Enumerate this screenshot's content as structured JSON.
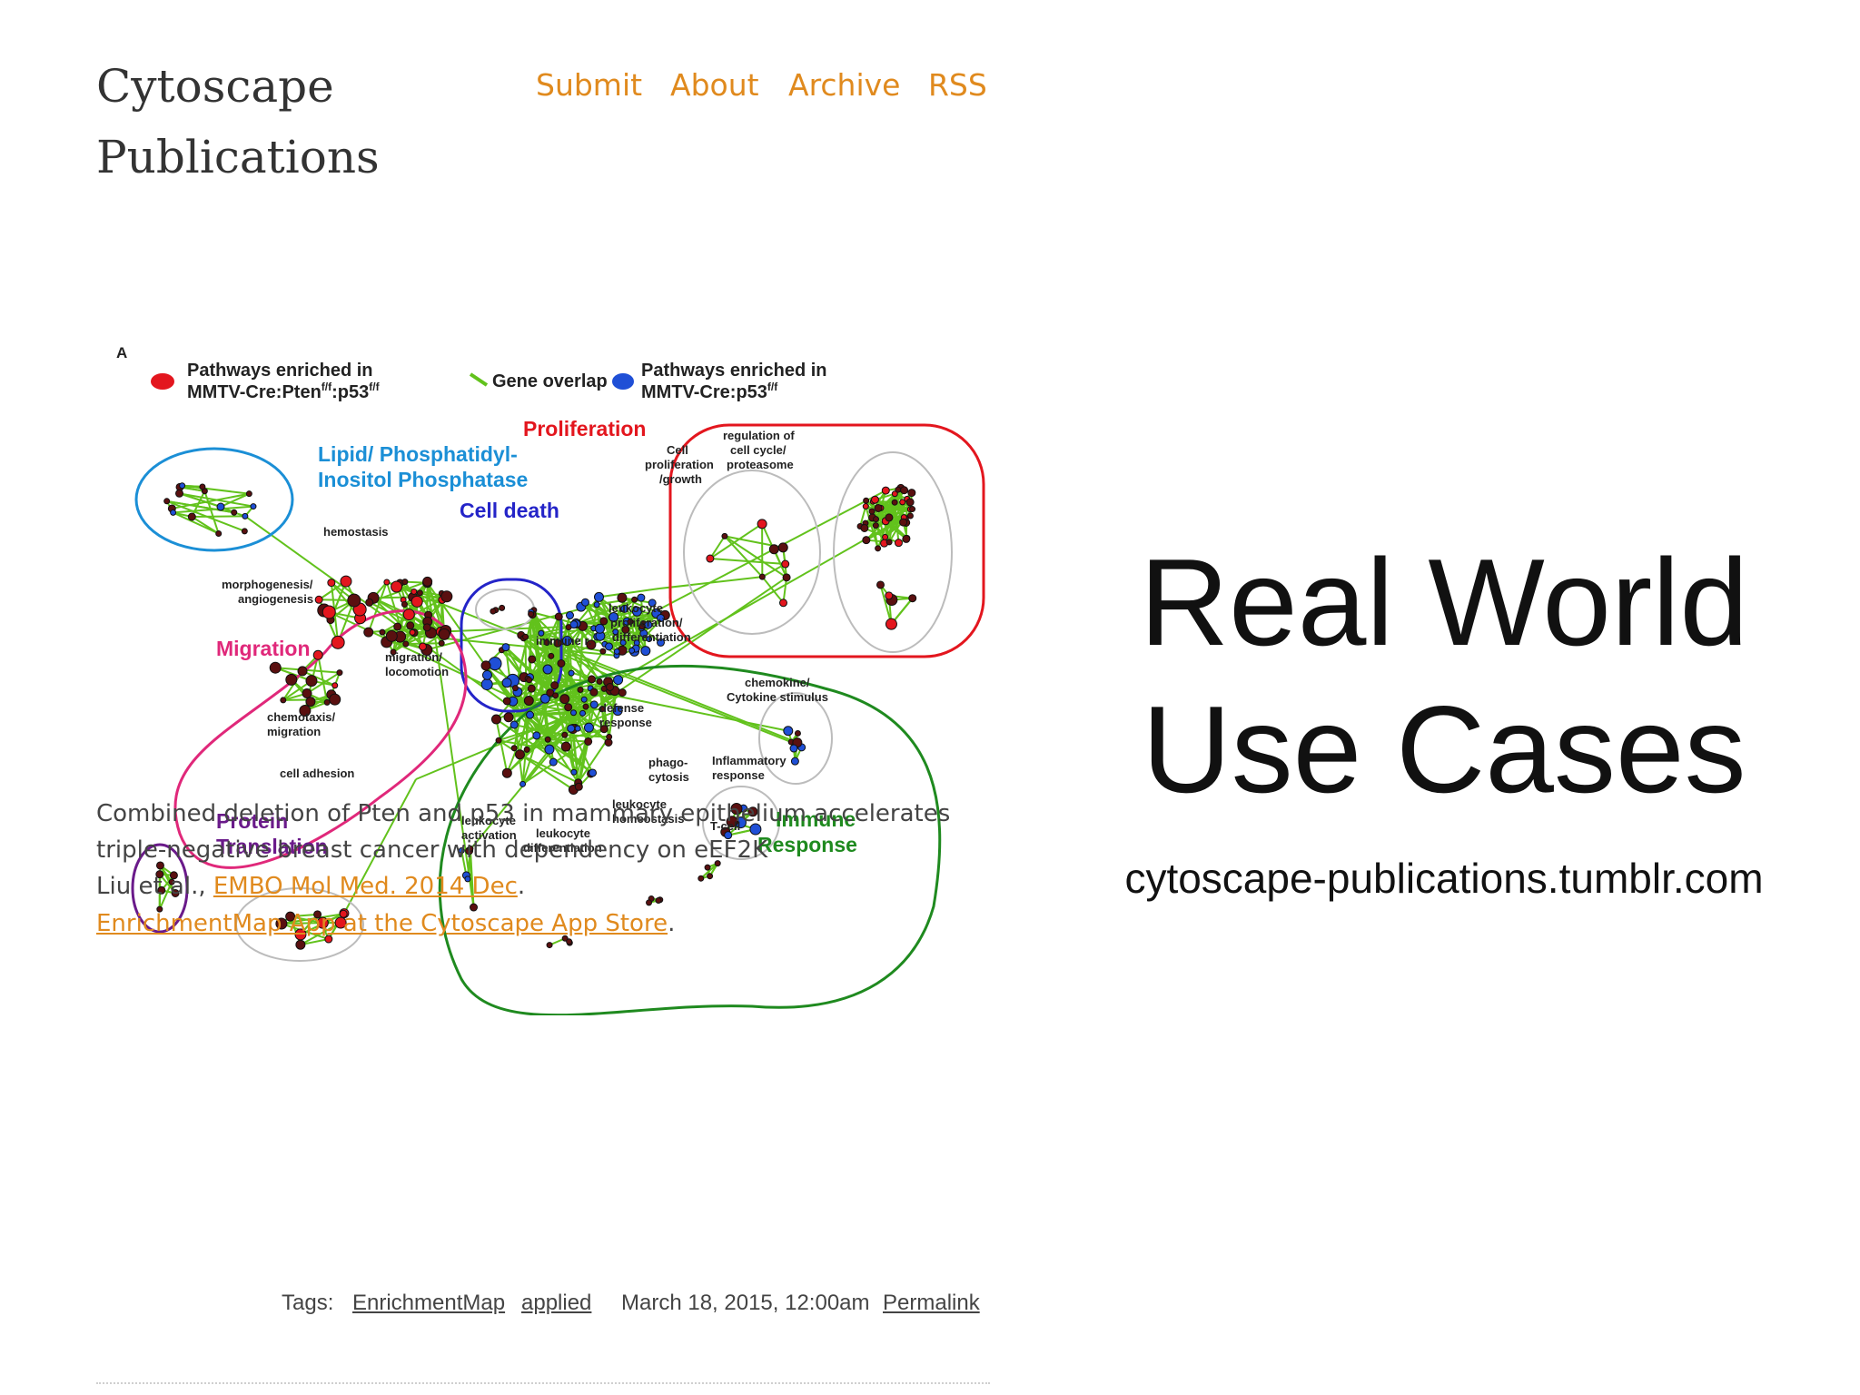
{
  "blog": {
    "title_line1": "Cytoscape",
    "title_line2": "Publications",
    "nav": [
      "Submit",
      "About",
      "Archive",
      "RSS"
    ]
  },
  "figure": {
    "panel_label": "A",
    "legend": {
      "red_label_line1": "Pathways enriched in",
      "red_label_line2": "MMTV-Cre:Pten",
      "red_label_sup": "f/f",
      "red_label_tail": ":p53",
      "red_label_tail_sup": "f/f",
      "overlap_label": "Gene overlap",
      "blue_label_line1": "Pathways enriched in",
      "blue_label_line2": "MMTV-Cre:p53",
      "blue_label_sup": "f/f"
    },
    "clusters": {
      "proliferation": "Proliferation",
      "lipid_line1": "Lipid/ Phosphatidyl-",
      "lipid_line2": "Inositol Phosphatase",
      "cell_death": "Cell death",
      "migration": "Migration",
      "protein_line1": "Protein",
      "protein_line2": "Translation",
      "immune_line1": "Immune",
      "immune_line2": "Response"
    },
    "node_labels": {
      "hemostasis": "hemostasis",
      "morphogenesis": "morphogenesis/",
      "angiogenesis": "angiogenesis",
      "migration_locomotion_1": "migration/",
      "migration_locomotion_2": "locomotion",
      "chemotaxis_1": "chemotaxis/",
      "chemotaxis_2": "migration",
      "cell_adhesion": "cell adhesion",
      "cell_prolif_1": "Cell",
      "cell_prolif_2": "proliferation",
      "cell_prolif_3": "/growth",
      "regulation_1": "regulation of",
      "regulation_2": "cell cycle/",
      "regulation_3": "proteasome",
      "leukocyte_prolif_1": "leukocyte",
      "leukocyte_prolif_2": "proliferation/",
      "leukocyte_prolif_3": "differentiation",
      "immune_resp": "immune r.",
      "defense_1": "defense",
      "defense_2": "response",
      "chemokine_1": "chemokine/",
      "chemokine_2": "Cytokine stimulus",
      "phago_1": "phago-",
      "phago_2": "cytosis",
      "inflammatory_1": "Inflammatory",
      "inflammatory_2": "response",
      "leuk_homeo_1": "leukocyte",
      "leuk_homeo_2": "homeostasis",
      "tcell": "T-cell",
      "leuk_act_1": "leukocyte",
      "leuk_act_2": "activation",
      "leuk_diff_1": "leukocyte",
      "leuk_diff_2": "differentiation"
    },
    "colors": {
      "red": "#e3161e",
      "blue": "#1f4fd6",
      "green": "#62c21c",
      "dark": "#5a1010"
    }
  },
  "post": {
    "caption_line1": "Combined deletion of Pten and p53 in mammary epithelium accelerates",
    "caption_line2": "triple-negative breast cancer with dependency on eEF2K",
    "authors": "Liu et al., ",
    "journal_link": "EMBO Mol Med. 2014 Dec",
    "after_journal": ".",
    "app_link": "EnrichmentMap App at the Cytoscape App Store",
    "after_app": ".",
    "tags_label": "Tags:",
    "tags": [
      "EnrichmentMap",
      "applied"
    ],
    "date": "March 18, 2015, 12:00am",
    "permalink": "Permalink"
  },
  "slide": {
    "title_line1": "Real World",
    "title_line2": "Use Cases",
    "url": "cytoscape-publications.tumblr.com"
  }
}
